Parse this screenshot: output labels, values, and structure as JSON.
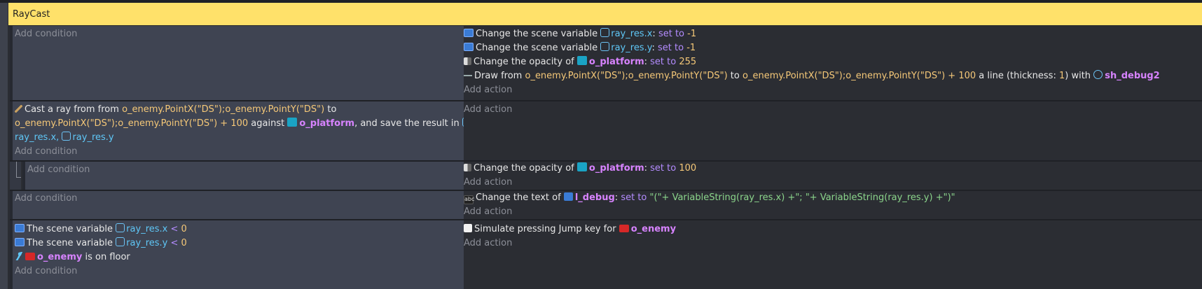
{
  "group": {
    "title": "RayCast"
  },
  "placeholders": {
    "add_condition": "Add condition",
    "add_action": "Add action"
  },
  "event1": {
    "actions": [
      {
        "text": "Change the scene variable",
        "var": "ray_res.x",
        "verb": "set to",
        "value": "-1",
        "icon": "variable-icon"
      },
      {
        "text": "Change the scene variable",
        "var": "ray_res.y",
        "verb": "set to",
        "value": "-1",
        "icon": "variable-icon"
      },
      {
        "text": "Change the opacity of",
        "object": "o_platform",
        "verb": "set to",
        "value": "255",
        "icon": "opacity-icon"
      },
      {
        "text": "Draw from",
        "p1": "o_enemy.PointX(\"DS\");o_enemy.PointY(\"DS\")",
        "to": "to",
        "p2": "o_enemy.PointX(\"DS\");o_enemy.PointY(\"DS\") + 100",
        "mid": "a line (thickness:",
        "thickness": "1",
        "with": ") with",
        "shape_painter": "sh_debug2",
        "icon": "line-icon"
      }
    ]
  },
  "event2": {
    "condition": {
      "prefix": "Cast a ray from from",
      "p1": "o_enemy.PointX(\"DS\");o_enemy.PointY(\"DS\")",
      "to": "to",
      "p2": "o_enemy.PointX(\"DS\");o_enemy.PointY(\"DS\") + 100",
      "against": "against",
      "object": "o_platform",
      "save": ", and save the result in",
      "var_x": "ray_res.x,",
      "var_y": "ray_res.y",
      "icon": "raycast-icon"
    }
  },
  "event3": {
    "action": {
      "text": "Change the opacity of",
      "object": "o_platform",
      "verb": "set to",
      "value": "100",
      "icon": "opacity-icon"
    }
  },
  "event4": {
    "action": {
      "text": "Change the text of",
      "object": "l_debug",
      "verb": "set to",
      "value": "\"(\"+ VariableString(ray_res.x) +\"; \"+ VariableString(ray_res.y) +\")\"",
      "icon": "text-icon"
    }
  },
  "event5": {
    "conditions": [
      {
        "text": "The scene variable",
        "var": "ray_res.x",
        "op": "<",
        "value": "0",
        "icon": "variable-icon"
      },
      {
        "text": "The scene variable",
        "var": "ray_res.y",
        "op": "<",
        "value": "0",
        "icon": "variable-icon"
      },
      {
        "object": "o_enemy",
        "text": "is on floor",
        "icon": "platformer-icon"
      }
    ],
    "action": {
      "text": "Simulate pressing Jump key for",
      "object": "o_enemy",
      "icon": "key-icon"
    }
  },
  "colors": {
    "header": "#ffe16a",
    "condition_bg": "#3f4452",
    "action_bg": "#2b2d33",
    "object": "#d783ff",
    "variable": "#5fc7f7",
    "expression": "#f5c878",
    "keyword": "#b48cff",
    "string": "#8bd58b"
  }
}
